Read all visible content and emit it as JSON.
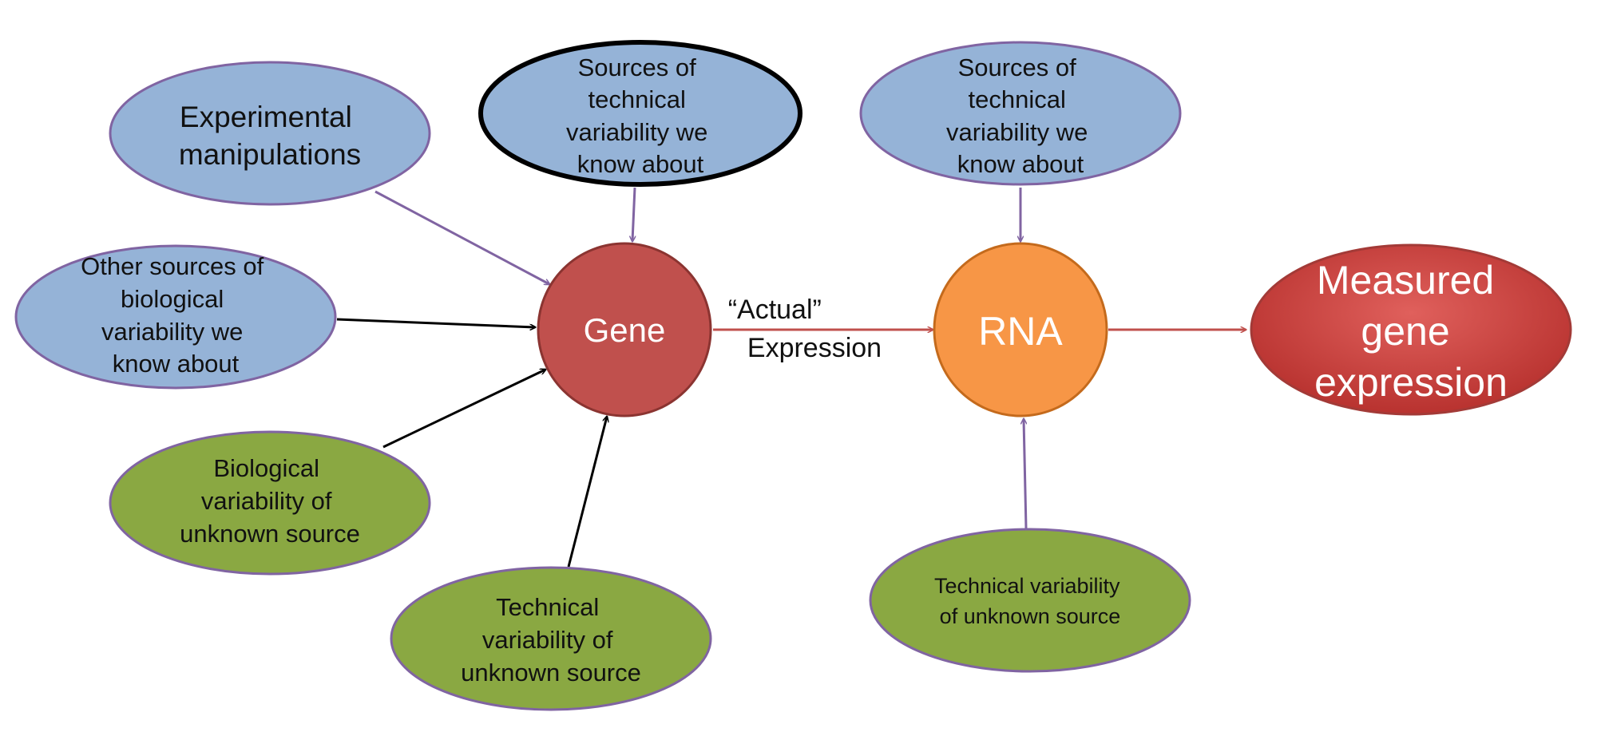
{
  "nodes": {
    "experimental": {
      "lines": [
        "Experimental",
        "manipulations"
      ]
    },
    "tech_known_gene": {
      "lines": [
        "Sources of",
        "technical",
        "variability we",
        "know about"
      ]
    },
    "tech_known_rna": {
      "lines": [
        "Sources of",
        "technical",
        "variability we",
        "know about"
      ]
    },
    "other_bio": {
      "lines": [
        "Other sources of",
        "biological",
        "variability we",
        "know about"
      ]
    },
    "gene": {
      "lines": [
        "Gene"
      ]
    },
    "rna": {
      "lines": [
        "RNA"
      ]
    },
    "measured": {
      "lines": [
        "Measured",
        "gene",
        "expression"
      ]
    },
    "bio_unknown": {
      "lines": [
        "Biological",
        "variability of",
        "unknown source"
      ]
    },
    "tech_unknown_gene": {
      "lines": [
        "Technical",
        "variability of",
        "unknown source"
      ]
    },
    "tech_unknown_rna": {
      "lines": [
        "Technical variability",
        "of unknown source"
      ]
    }
  },
  "edge_label": {
    "lines": [
      "“Actual”",
      "Expression"
    ]
  },
  "colors": {
    "blue_fill": "#95b3d7",
    "green_fill": "#8aa842",
    "purple_stroke": "#8064a2",
    "gene_fill": "#c0504d",
    "rna_fill": "#f79646",
    "red_arrow": "#c0504d",
    "black": "#000000"
  }
}
